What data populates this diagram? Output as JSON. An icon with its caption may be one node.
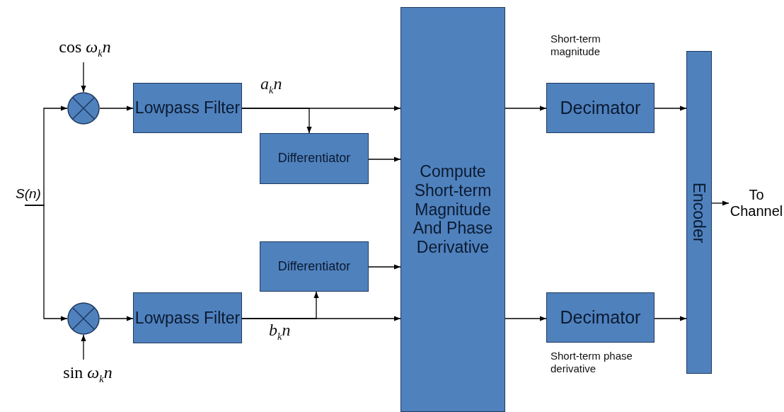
{
  "diagram": {
    "nodes": [
      {
        "text": [
          "cos *ω*$_{k}$*n*"
        ]
      },
      {
        "text": [
          "S(n)"
        ]
      },
      {
        "text": [],
        "shape": "circle"
      },
      {
        "text": [
          "Lowpass Filter"
        ]
      },
      {
        "text": [
          "Differentiator"
        ]
      },
      {
        "text": [
          "Differentiator"
        ]
      },
      {
        "text": [],
        "shape": "circle"
      },
      {
        "text": [
          "Lowpass Filter"
        ]
      },
      {
        "text": [
          "sin *ω*$_{k}$*n*"
        ]
      },
      {
        "text": [
          "Compute Short-term Magnitude And Phase Derivative"
        ]
      },
      {
        "text": [
          "Decimator"
        ]
      },
      {
        "text": [
          "Decimator"
        ]
      },
      {
        "text": [
          "Encoder"
        ]
      },
      {
        "text": [
          "To Channel"
        ]
      }
    ],
    "edges": [
      {
        "from": 1,
        "to": 2,
        "arrow": "to"
      },
      {
        "from": 1,
        "to": 6,
        "arrow": "to"
      },
      {
        "from": 0,
        "to": 2,
        "arrow": "to"
      },
      {
        "from": 2,
        "to": 3,
        "arrow": "to"
      },
      {
        "from": 3,
        "to": 9,
        "arrow": "to",
        "label": "a$_{k}$n"
      },
      {
        "from": 3,
        "to": 4,
        "arrow": "to"
      },
      {
        "from": 4,
        "to": 9,
        "arrow": "to"
      },
      {
        "from": 5,
        "to": 9,
        "arrow": "to"
      },
      {
        "from": 6,
        "to": 7,
        "arrow": "to"
      },
      {
        "from": 7,
        "to": 9,
        "arrow": "to",
        "label": "b$_{k}$n"
      },
      {
        "from": 7,
        "to": 5,
        "arrow": "to"
      },
      {
        "from": 8,
        "to": 6,
        "arrow": "to"
      },
      {
        "from": 9,
        "to": 10,
        "arrow": "to",
        "label": "Short-term magnitude"
      },
      {
        "from": 9,
        "to": 11,
        "arrow": "to",
        "label": "Short-term phase derivative"
      },
      {
        "from": 10,
        "to": 12,
        "arrow": "to"
      },
      {
        "from": 11,
        "to": 12,
        "arrow": "to"
      },
      {
        "from": 12,
        "to": 13,
        "arrow": "to"
      }
    ]
  }
}
